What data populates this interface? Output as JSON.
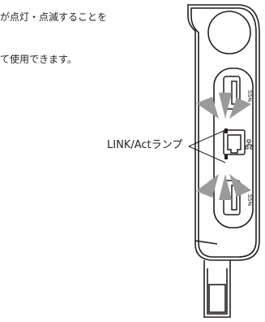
{
  "text": {
    "line1": "が点灯・点滅することを",
    "line2": "て使用できます。",
    "callout": "LINK/Actランプ"
  },
  "ports": {
    "top_label": "SS⇆",
    "bottom_label": "SS⇆",
    "lan_icon": "network-icon"
  },
  "colors": {
    "stroke": "#231f20",
    "arrow": "#9a9a9a",
    "background": "#ffffff"
  }
}
